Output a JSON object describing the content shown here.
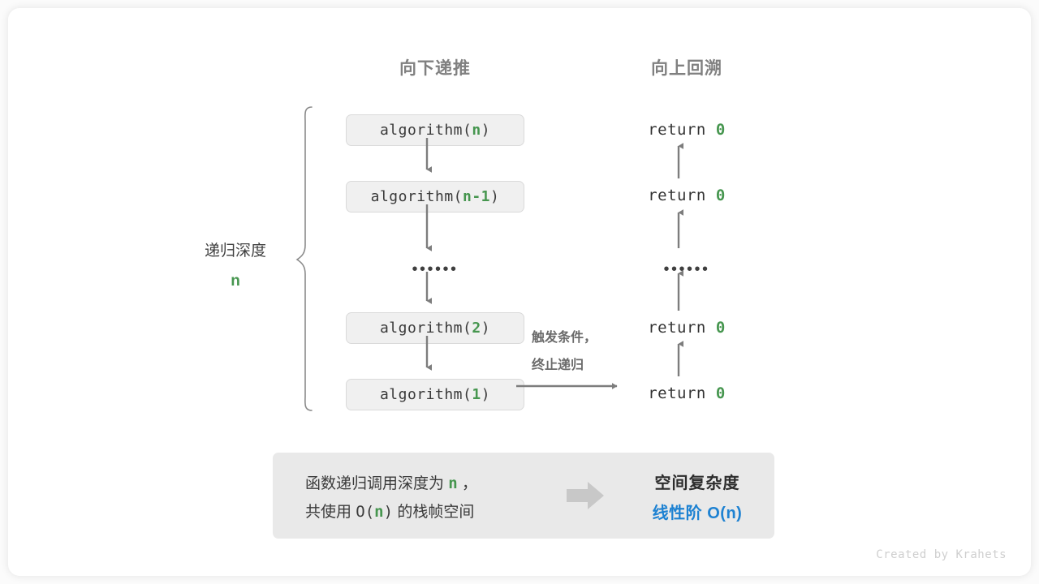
{
  "diagram": {
    "columns": {
      "down_header": "向下递推",
      "up_header": "向上回溯"
    },
    "depth_brace": {
      "label": "递归深度",
      "value": "n"
    },
    "call_stack": [
      {
        "prefix": "algorithm(",
        "arg": "n",
        "suffix": ")"
      },
      {
        "prefix": "algorithm(",
        "arg": "n-1",
        "suffix": ")"
      },
      {
        "prefix": "algorithm(",
        "arg": "2",
        "suffix": ")"
      },
      {
        "prefix": "algorithm(",
        "arg": "1",
        "suffix": ")"
      }
    ],
    "ellipsis": "••••••",
    "returns": [
      {
        "text": "return ",
        "value": "0"
      },
      {
        "text": "return ",
        "value": "0"
      },
      {
        "text": "return ",
        "value": "0"
      },
      {
        "text": "return ",
        "value": "0"
      }
    ],
    "trigger_note": {
      "line1": "触发条件，",
      "line2": "终止递归"
    },
    "summary": {
      "line1_pre": "函数递归调用深度为 ",
      "line1_hl": "n",
      "line1_post": " ，",
      "line2_pre": "共使用 ",
      "line2_mono_open": "O(",
      "line2_hl": "n",
      "line2_mono_close": ")",
      "line2_post": " 的栈帧空间",
      "result_title": "空间复杂度",
      "result_value": "线性阶 O(n)"
    }
  },
  "credit": "Created by Krahets",
  "colors": {
    "accent_green": "#46964f",
    "accent_blue": "#1e82d2",
    "box_fill": "#f0f0f0",
    "box_border": "#dadada",
    "arrow_gray": "#7d7d7d",
    "panel_fill": "#e9e9e9",
    "header_gray": "#808080"
  }
}
